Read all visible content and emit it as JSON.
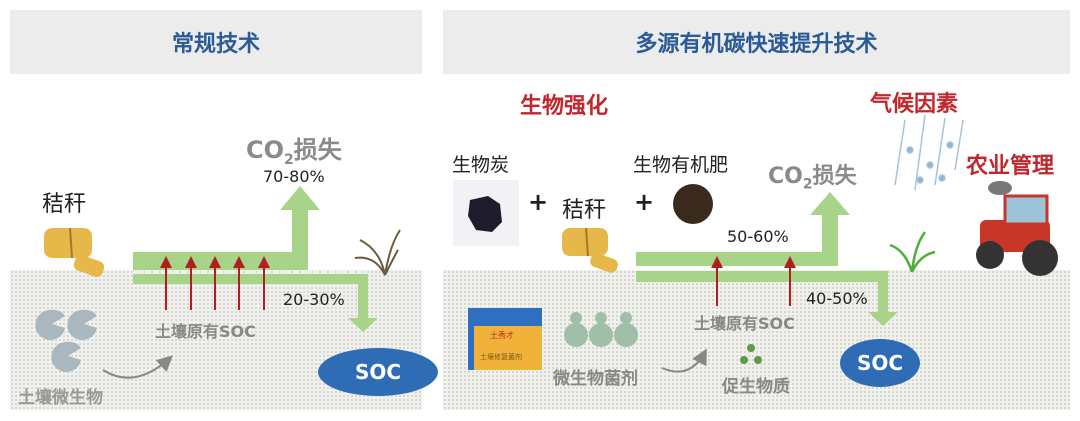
{
  "left": {
    "title": "常规技术",
    "straw": "秸秆",
    "co2_main": "CO",
    "co2_sub": "2",
    "co2_suffix": "损失",
    "co2_pct": "70-80%",
    "soc_pct": "20-30%",
    "native_soc": "土壤原有SOC",
    "microbes": "土壤微生物",
    "soc": "SOC"
  },
  "right": {
    "title": "多源有机碳快速提升技术",
    "bio_enhance": "生物强化",
    "biochar": "生物炭",
    "plus": "+",
    "straw": "秸秆",
    "organic_fertilizer": "生物有机肥",
    "co2_main": "CO",
    "co2_sub": "2",
    "co2_suffix": "损失",
    "co2_pct": "50-60%",
    "soc_pct": "40-50%",
    "native_soc": "土壤原有SOC",
    "microbial_agent": "微生物菌剂",
    "growth_promoter": "促生物质",
    "climate": "气候因素",
    "agri_mgmt": "农业管理",
    "soc": "SOC",
    "product_brand": "土秀才",
    "product_name": "土壤修复菌剂"
  },
  "colors": {
    "header_text": "#2a5b96",
    "flow": "#a8d48a",
    "red": "#c0262c",
    "soc": "#2e6db5"
  }
}
